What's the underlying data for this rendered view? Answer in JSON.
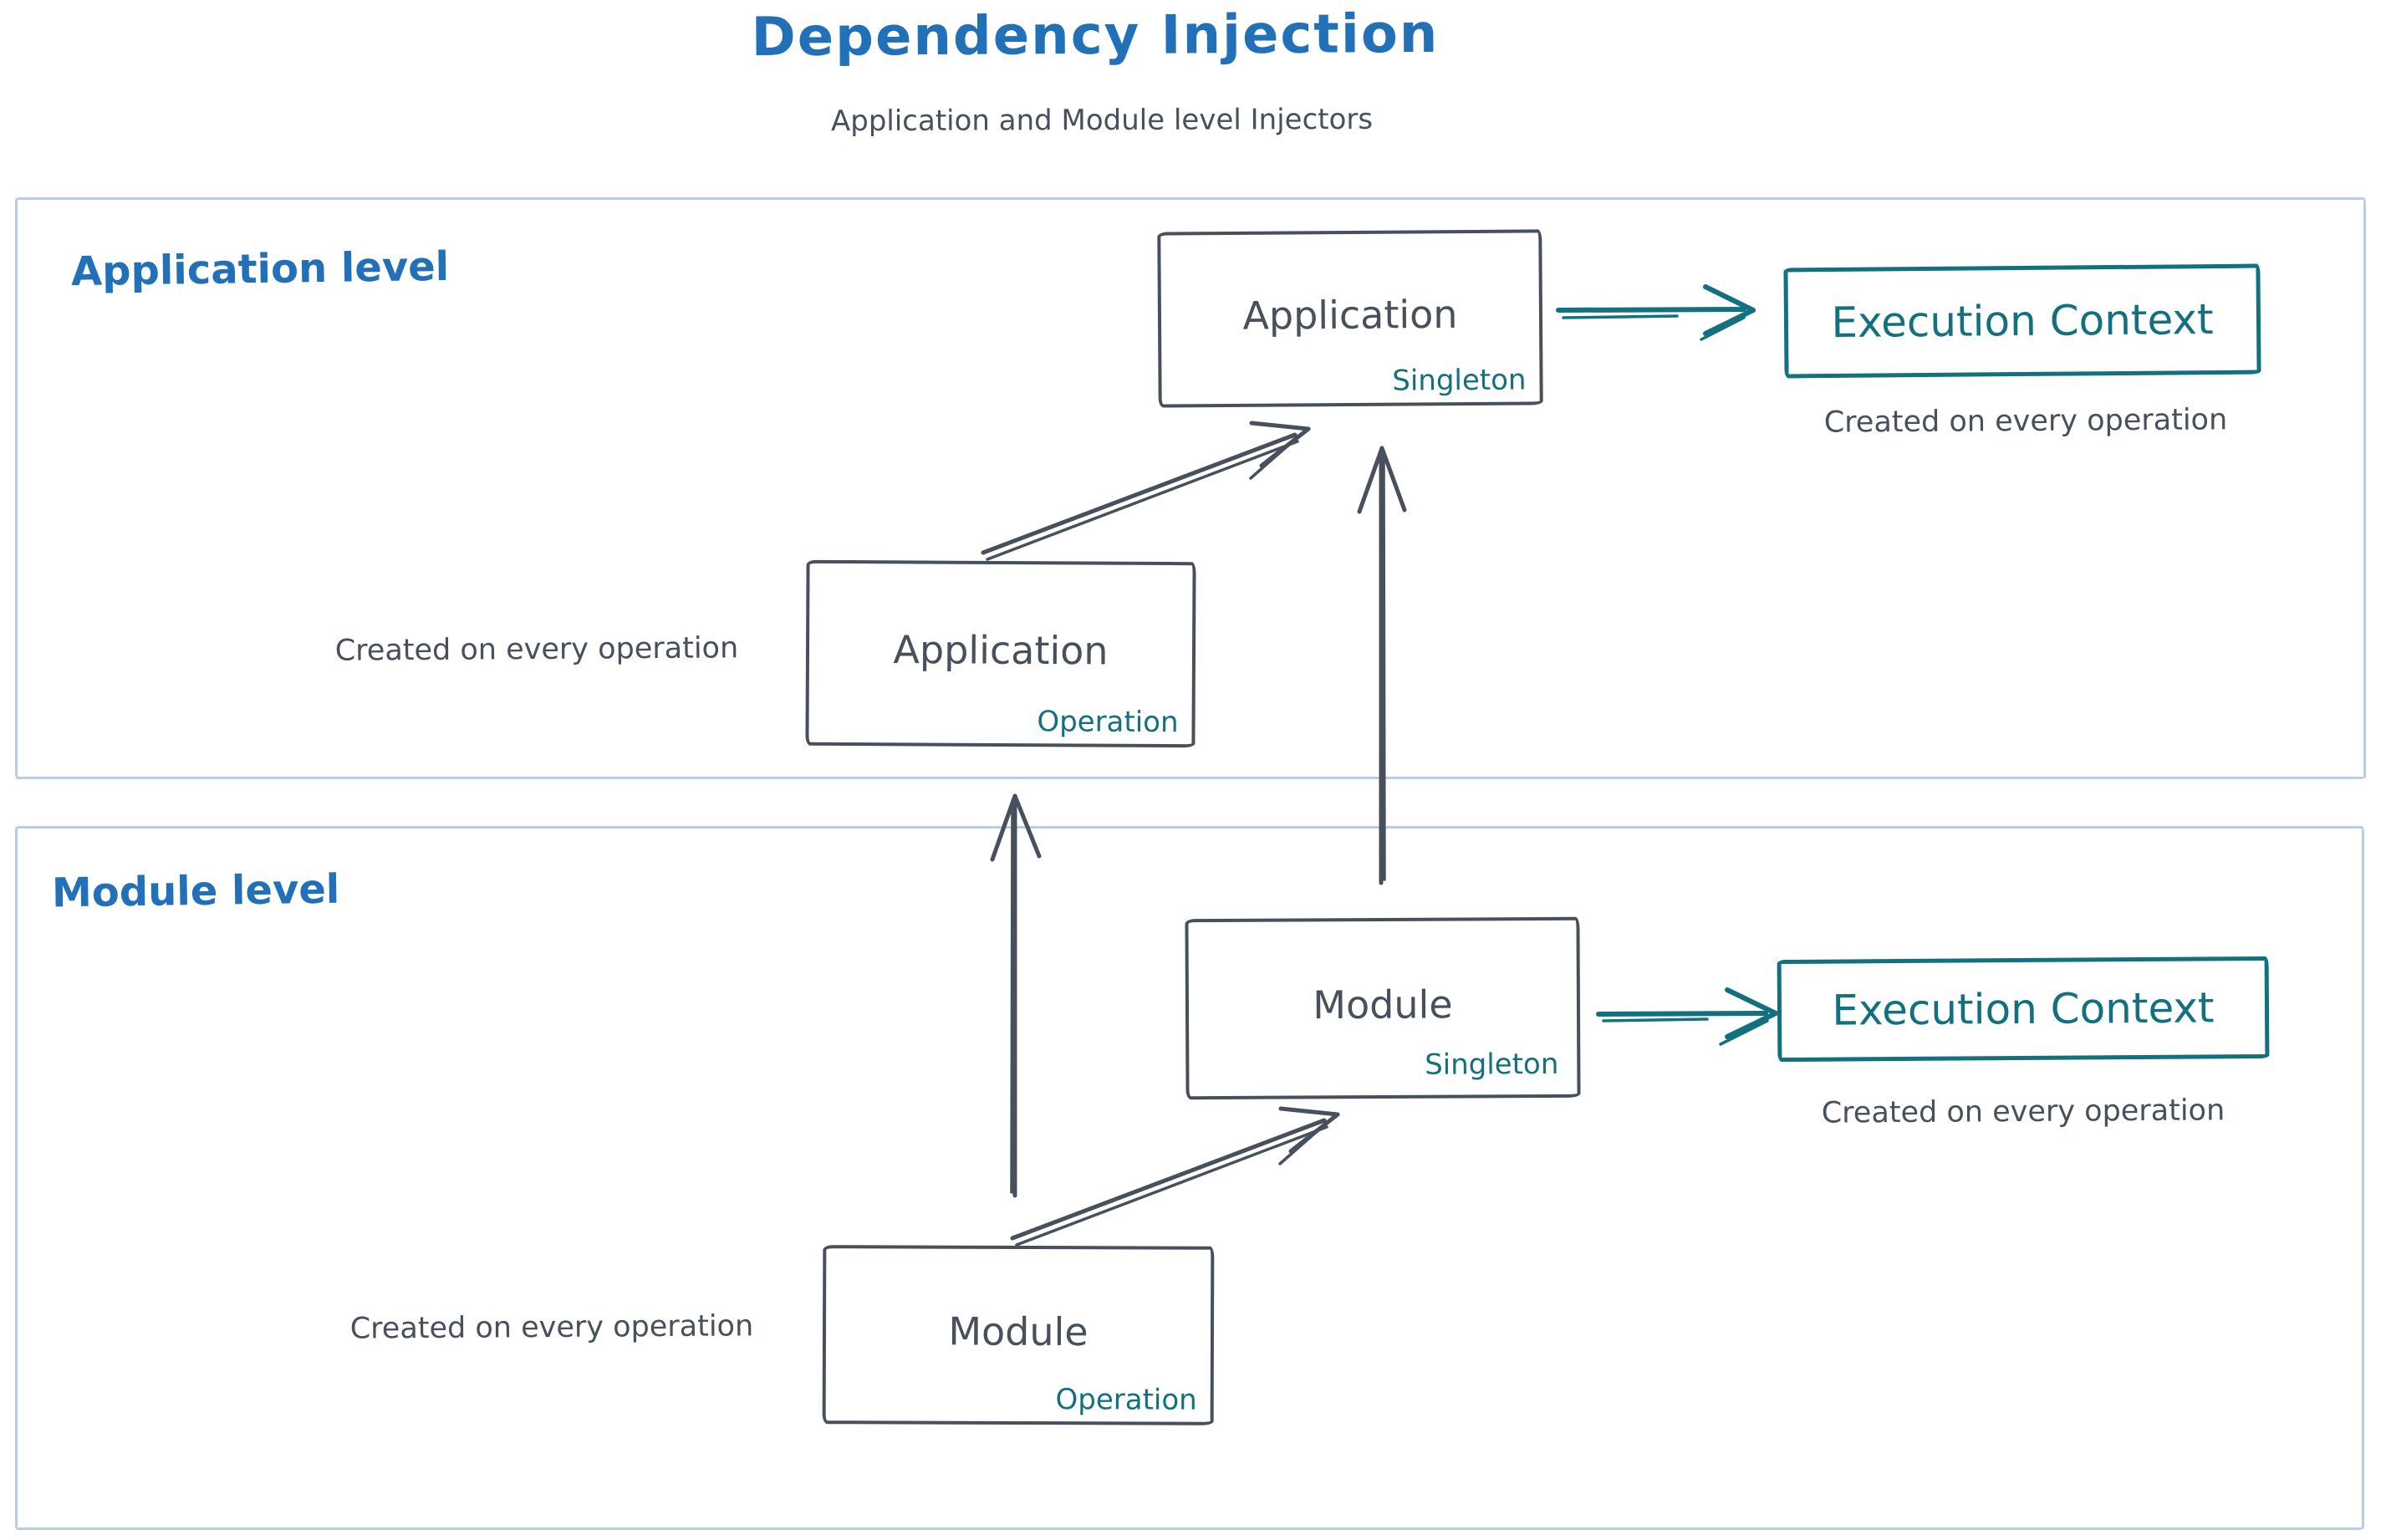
{
  "title": "Dependency Injection",
  "subtitle": "Application and Module level Injectors",
  "colors": {
    "title_blue": "#2271b8",
    "teal": "#13707f",
    "dark_gray": "#47505b",
    "container_border": "#b9cde9"
  },
  "application_level": {
    "label": "Application level",
    "singleton_box": {
      "name": "Application",
      "scope": "Singleton"
    },
    "operation_box": {
      "name": "Application",
      "scope": "Operation"
    },
    "operation_caption": "Created on every operation",
    "execution_box": {
      "name": "Execution Context"
    },
    "execution_caption": "Created on every operation"
  },
  "module_level": {
    "label": "Module level",
    "singleton_box": {
      "name": "Module",
      "scope": "Singleton"
    },
    "operation_box": {
      "name": "Module",
      "scope": "Operation"
    },
    "operation_caption": "Created on every operation",
    "execution_box": {
      "name": "Execution Context"
    },
    "execution_caption": "Created on every operation"
  }
}
